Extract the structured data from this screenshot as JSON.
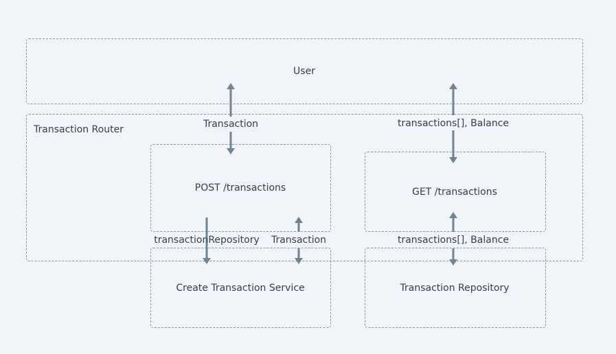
{
  "nodes": {
    "user": "User",
    "router": "Transaction Router",
    "post": "POST /transactions",
    "get": "GET /transactions",
    "create_service": "Create Transaction Service",
    "repository": "Transaction Repository"
  },
  "edges": {
    "user_post": "Transaction",
    "user_get": "transactions[], Balance",
    "post_service_repo": "transactionRepository",
    "post_service_tx": "Transaction",
    "get_repo": "transactions[], Balance"
  },
  "colors": {
    "background": "#f1f4f8",
    "border": "#8a94a0",
    "arrow": "#748394",
    "text": "#34404f"
  }
}
